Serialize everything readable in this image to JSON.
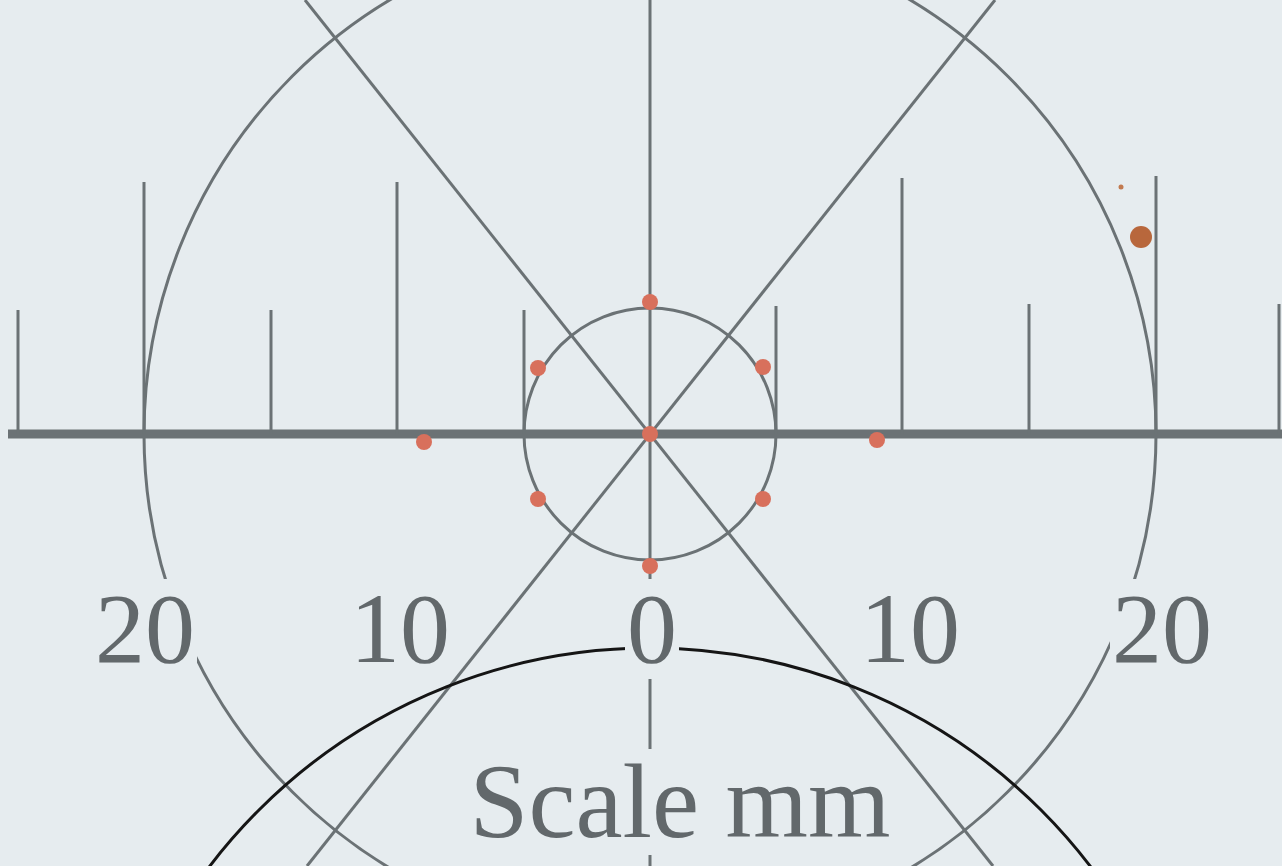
{
  "diagram": {
    "labels": [
      "20",
      "10",
      "0",
      "10",
      "20",
      "Scale mm"
    ]
  }
}
